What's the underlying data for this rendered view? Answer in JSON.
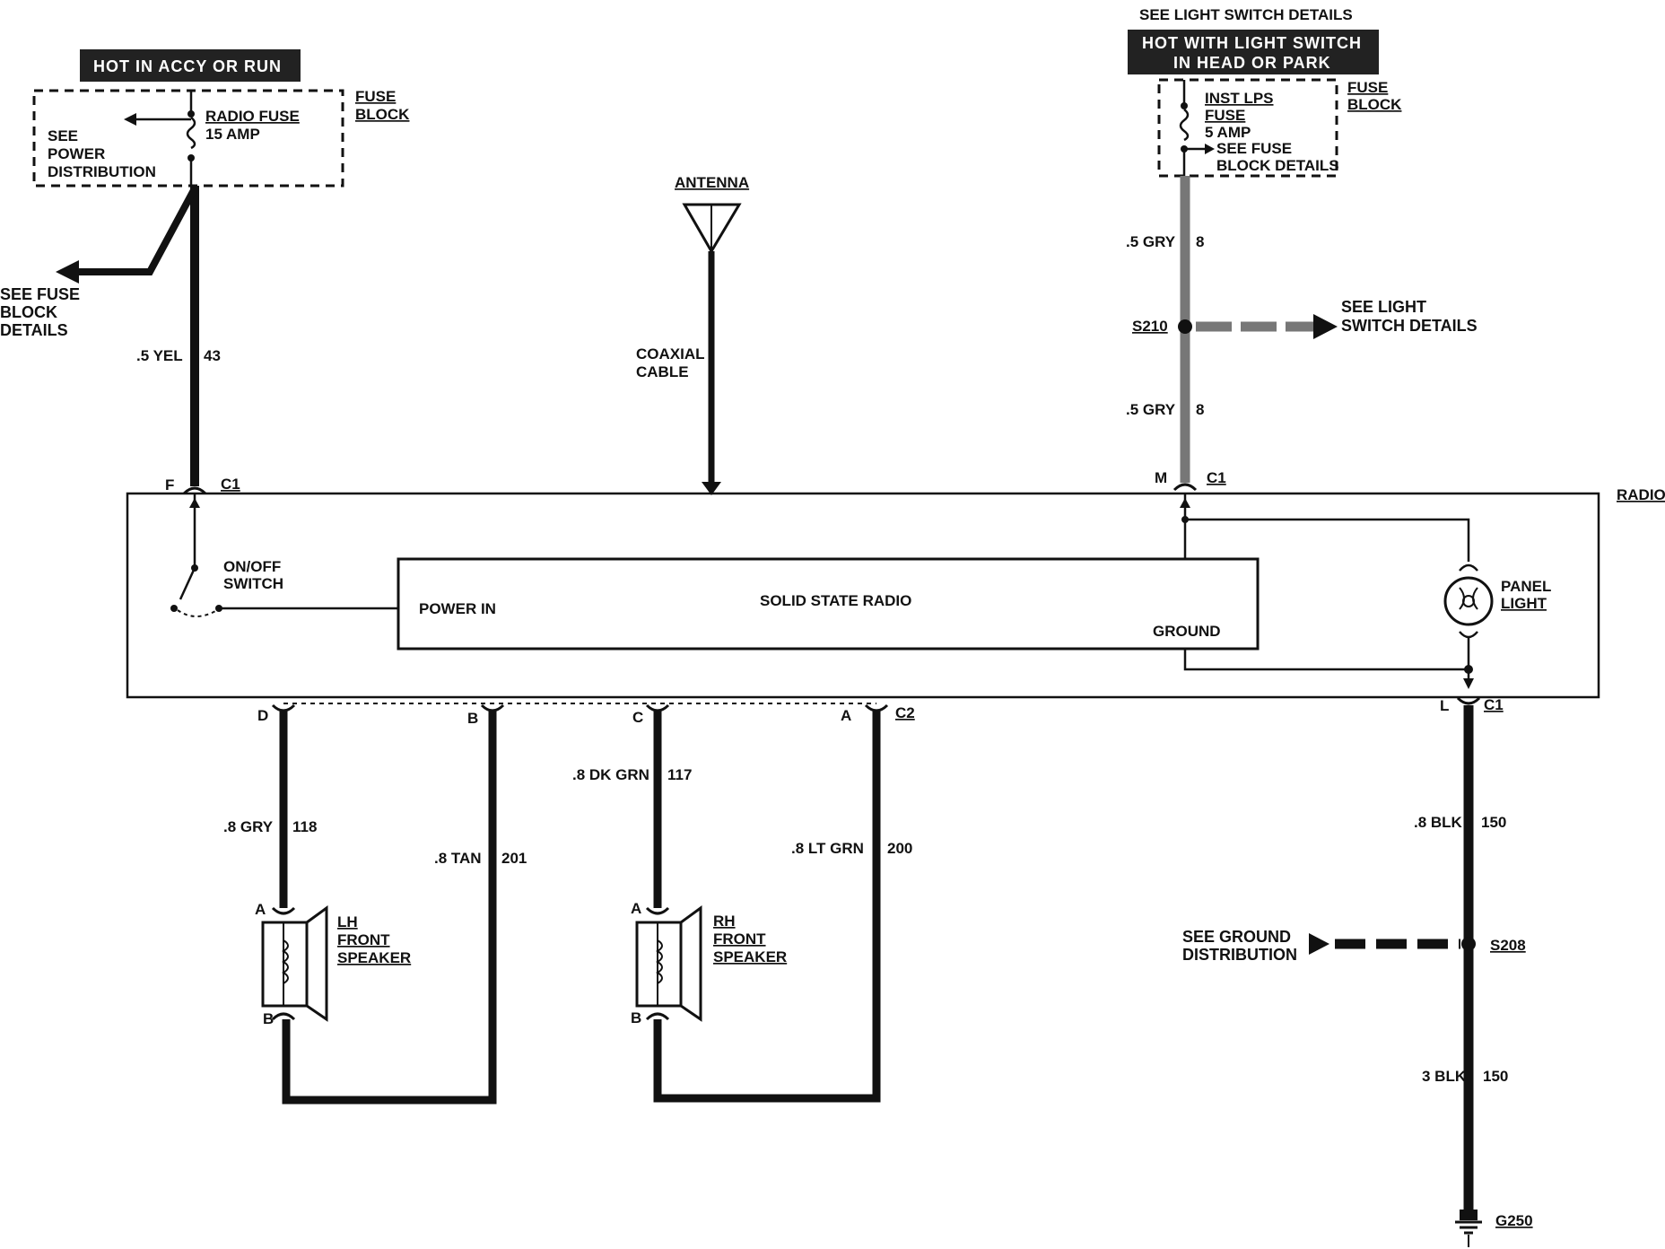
{
  "top_left": {
    "banner": "HOT IN ACCY OR RUN",
    "fuse_name_1": "RADIO FUSE",
    "fuse_name_2": "15 AMP",
    "see_power_1": "SEE",
    "see_power_2": "POWER",
    "see_power_3": "DISTRIBUTION",
    "fuse_block_1": "FUSE",
    "fuse_block_2": "BLOCK",
    "see_fuse_1": "SEE FUSE",
    "see_fuse_2": "BLOCK",
    "see_fuse_3": "DETAILS",
    "wire_gauge": ".5 YEL",
    "wire_circuit": "43",
    "pin": "F",
    "connector": "C1"
  },
  "antenna": {
    "label": "ANTENNA",
    "cable_1": "COAXIAL",
    "cable_2": "CABLE"
  },
  "top_right": {
    "see_details": "SEE LIGHT SWITCH DETAILS",
    "banner_1": "HOT WITH LIGHT SWITCH",
    "banner_2": "IN HEAD OR PARK",
    "fuse_1": "INST LPS",
    "fuse_2": "FUSE",
    "fuse_3": "5 AMP",
    "fuse_4": "SEE FUSE",
    "fuse_5": "BLOCK DETAILS",
    "fuse_block_1": "FUSE",
    "fuse_block_2": "BLOCK",
    "wire_gauge_1": ".5 GRY",
    "wire_circuit_1": "8",
    "splice": "S210",
    "see_light_1": "SEE LIGHT",
    "see_light_2": "SWITCH DETAILS",
    "wire_gauge_2": ".5 GRY",
    "wire_circuit_2": "8",
    "pin": "M",
    "connector": "C1"
  },
  "radio": {
    "label": "RADIO",
    "switch_1": "ON/OFF",
    "switch_2": "SWITCH",
    "power_in": "POWER IN",
    "solid_state": "SOLID STATE RADIO",
    "ground": "GROUND",
    "panel_1": "PANEL",
    "panel_2": "LIGHT"
  },
  "speakers": {
    "pin_d": "D",
    "pin_b_top": "B",
    "pin_c": "C",
    "pin_a_top": "A",
    "connector": "C2",
    "lh_wire_gauge": ".8 GRY",
    "lh_wire_circuit": "118",
    "lh_ret_gauge": ".8 TAN",
    "lh_ret_circuit": "201",
    "rh_wire_gauge": ".8 DK GRN",
    "rh_wire_circuit": "117",
    "rh_ret_gauge": ".8 LT GRN",
    "rh_ret_circuit": "200",
    "lh_pin_a": "A",
    "lh_pin_b": "B",
    "rh_pin_a": "A",
    "rh_pin_b": "B",
    "lh_1": "LH",
    "lh_2": "FRONT",
    "lh_3": "SPEAKER",
    "rh_1": "RH",
    "rh_2": "FRONT",
    "rh_3": "SPEAKER"
  },
  "ground": {
    "pin": "L",
    "connector": "C1",
    "wire_gauge_1": ".8 BLK",
    "wire_circuit_1": "150",
    "see_ground_1": "SEE GROUND",
    "see_ground_2": "DISTRIBUTION",
    "splice": "S208",
    "wire_gauge_2": "3 BLK",
    "wire_circuit_2": "150",
    "ground_point": "G250"
  }
}
